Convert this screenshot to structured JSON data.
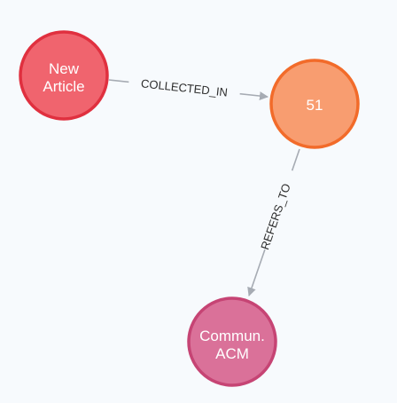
{
  "graph": {
    "nodes": [
      {
        "id": "new_article",
        "label_lines": [
          "New",
          "Article"
        ],
        "fill": "#f0646e",
        "stroke": "#e0303f"
      },
      {
        "id": "n51",
        "label_lines": [
          "51"
        ],
        "fill": "#f89d70",
        "stroke": "#f26b2a"
      },
      {
        "id": "commun_acm",
        "label_lines": [
          "Commun.",
          "ACM"
        ],
        "fill": "#da7199",
        "stroke": "#c64474"
      }
    ],
    "relationships": [
      {
        "id": "rel_collected_in",
        "from": "new_article",
        "to": "n51",
        "type": "COLLECTED_IN",
        "color": "#a6abb3"
      },
      {
        "id": "rel_refers_to",
        "from": "n51",
        "to": "commun_acm",
        "type": "REFERS_TO",
        "color": "#a6abb3"
      }
    ]
  }
}
